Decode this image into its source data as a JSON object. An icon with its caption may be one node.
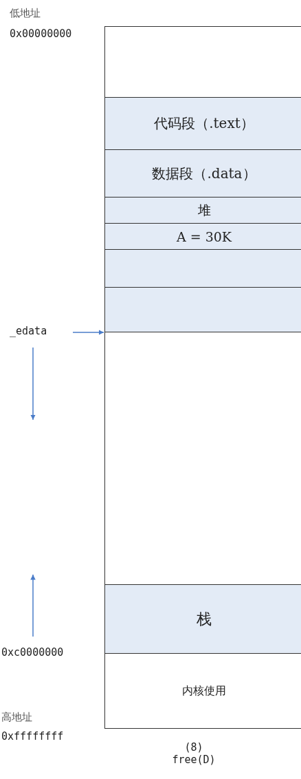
{
  "diagram": {
    "caption": "(8) free(D)",
    "nodes": [
      {
        "text": [],
        "shape": "box"
      },
      {
        "text": [
          "代码段（.text）"
        ]
      },
      {
        "text": [
          "数据段（.data）"
        ]
      },
      {
        "text": [
          "堆"
        ]
      },
      {
        "text": [
          "A = 30K"
        ]
      },
      {
        "text": [],
        "shape": "box"
      },
      {
        "text": [],
        "shape": "box"
      },
      {
        "text": [],
        "shape": "box"
      },
      {
        "text": [
          "栈"
        ]
      },
      {
        "text": [
          "内核使用"
        ]
      },
      {
        "text": [
          "_edata"
        ]
      }
    ],
    "edges": [
      {
        "from": 10,
        "to": 6,
        "arrow": "to"
      }
    ],
    "labels": [
      "低地址",
      "0x00000000",
      "0xc0000000",
      "高地址",
      "0xffffffff"
    ]
  }
}
